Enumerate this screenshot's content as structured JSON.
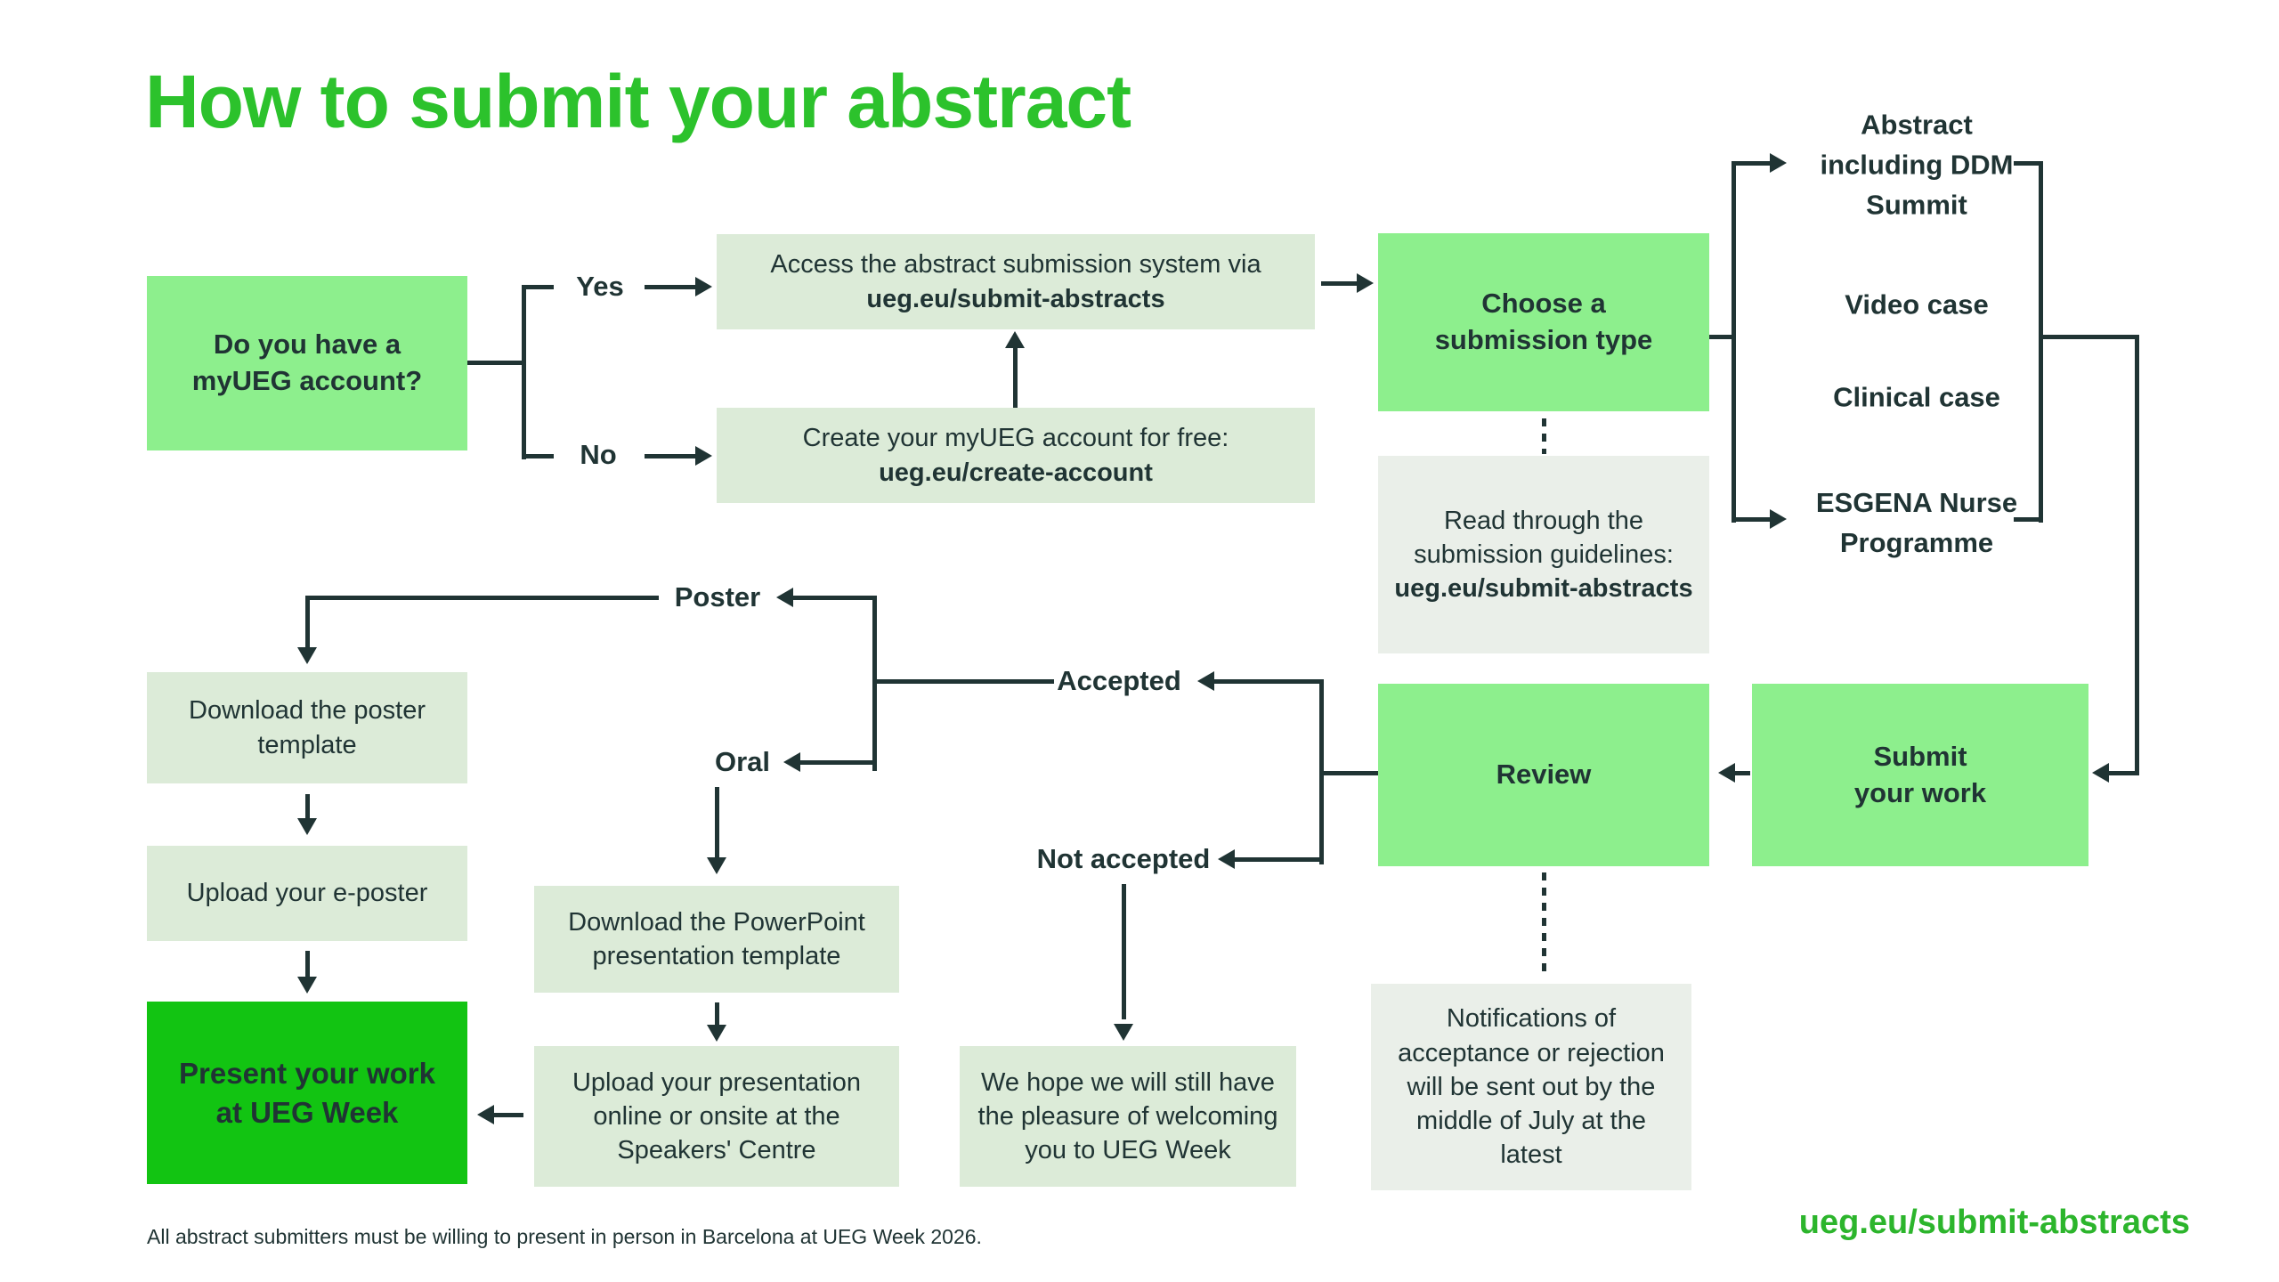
{
  "title": "How to submit your abstract",
  "colors": {
    "accent_green": "#2cc22c",
    "url_green": "#2cb52c",
    "box_green_medium": "#8def8d",
    "box_green_bright": "#12c412",
    "box_green_pale": "#dcebd8",
    "box_gray": "#eaefe9",
    "ink": "#203434"
  },
  "flow": {
    "account_question": [
      "Do you have a",
      "myUEG account?"
    ],
    "branch_yes": "Yes",
    "branch_no": "No",
    "access_system": {
      "text": "Access the abstract submission system via",
      "url": "ueg.eu/submit-abstracts"
    },
    "create_account": {
      "text": "Create your myUEG account for free:",
      "url": "ueg.eu/create-account"
    },
    "choose_type": [
      "Choose a",
      "submission type"
    ],
    "guidelines": {
      "text": [
        "Read through the",
        "submission guidelines:"
      ],
      "url": "ueg.eu/submit-abstracts"
    },
    "types": {
      "abstract": [
        "Abstract",
        "including DDM",
        "Summit"
      ],
      "video": "Video case",
      "clinical": "Clinical case",
      "esgena": [
        "ESGENA Nurse",
        "Programme"
      ]
    },
    "submit_work": [
      "Submit",
      "your work"
    ],
    "review": "Review",
    "accepted": "Accepted",
    "not_accepted": "Not accepted",
    "poster": "Poster",
    "oral": "Oral",
    "download_poster": [
      "Download the poster",
      "template"
    ],
    "upload_eposter": "Upload your e-poster",
    "present_work": [
      "Present your work",
      "at UEG Week"
    ],
    "download_ppt": [
      "Download the PowerPoint",
      "presentation template"
    ],
    "upload_presentation": [
      "Upload your presentation",
      "online or onsite at the",
      "Speakers' Centre"
    ],
    "we_hope": [
      "We hope we will still have",
      "the pleasure of welcoming",
      "you to UEG Week"
    ],
    "notifications": [
      "Notifications of",
      "acceptance or rejection",
      "will be sent out by the",
      "middle of July at the",
      "latest"
    ]
  },
  "footer": {
    "note": "All abstract submitters must be willing to present in person in Barcelona at UEG Week 2026.",
    "url": "ueg.eu/submit-abstracts"
  }
}
